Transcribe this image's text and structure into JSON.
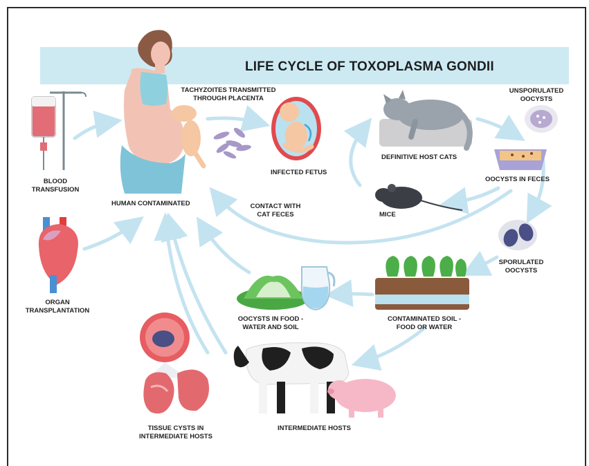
{
  "title": "LIFE CYCLE OF TOXOPLASMA GONDII",
  "labels": {
    "blood_1": "BLOOD",
    "blood_2": "TRANSFUSION",
    "human": "HUMAN CONTAMINATED",
    "tachy_1": "TACHYZOITES TRANSMITTED",
    "tachy_2": "THROUGH PLACENTA",
    "fetus": "INFECTED FETUS",
    "cats": "DEFINITIVE HOST CATS",
    "unspor_1": "UNSPORULATED",
    "unspor_2": "OOCYSTS",
    "feces": "OOCYSTS IN FECES",
    "mice": "MICE",
    "contact_1": "CONTACT WITH",
    "contact_2": "CAT FECES",
    "spor_1": "SPORULATED",
    "spor_2": "OOCYSTS",
    "organ_1": "ORGAN",
    "organ_2": "TRANSPLANTATION",
    "food_1": "OOCYSTS IN FOOD -",
    "food_2": "WATER AND SOIL",
    "soil_1": "CONTAMINATED SOIL -",
    "soil_2": "FOOD OR WATER",
    "tissue_1": "TISSUE CYSTS IN",
    "tissue_2": "INTERMEDIATE HOSTS",
    "hosts": "INTERMEDIATE HOSTS"
  },
  "colors": {
    "banner": "#cdeaf3",
    "arrow": "#c4e3f0",
    "text": "#222222"
  },
  "icons": [
    "blood-bag-icon",
    "pregnant-woman-icon",
    "tachyzoites-icon",
    "fetus-icon",
    "cat-icon",
    "unsporulated-oocyst-icon",
    "litter-box-icon",
    "mouse-icon",
    "sporulated-oocyst-icon",
    "heart-icon",
    "lettuce-icon",
    "water-jug-icon",
    "soil-plants-icon",
    "tissue-cyst-icon",
    "meat-icon",
    "cow-icon",
    "pig-icon"
  ]
}
